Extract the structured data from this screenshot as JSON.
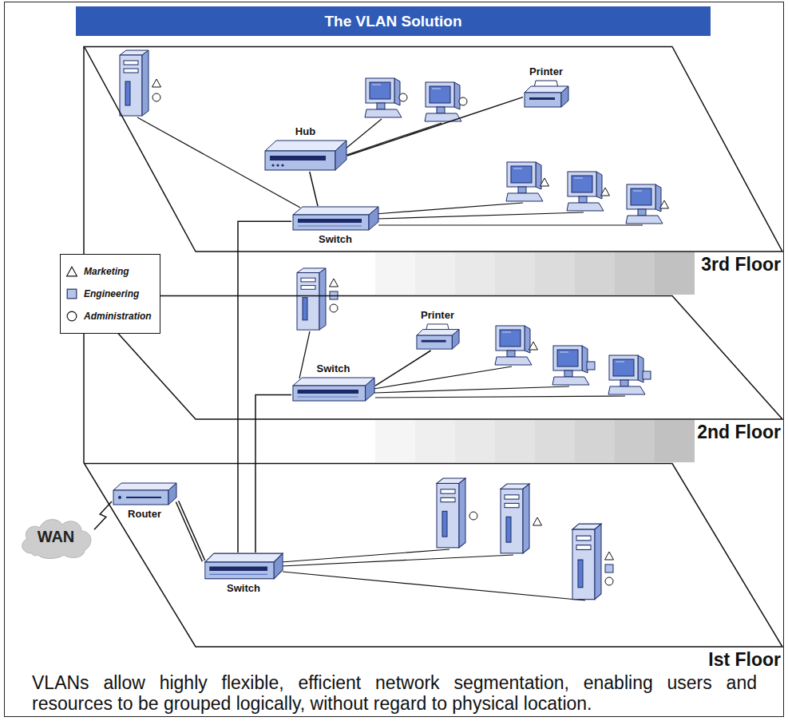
{
  "diagram": {
    "title": "The VLAN Solution",
    "caption": "VLANs allow highly flexible, efficient network segmentation, enabling users and resources to be grouped logically, without regard to physical location.",
    "nodes": [
      {
        "text": [
          "3rd Floor"
        ]
      },
      {
        "text": [
          "Printer"
        ],
        "in": 0
      },
      {
        "text": [
          "Hub"
        ],
        "in": 0
      },
      {
        "text": [
          "Switch"
        ],
        "in": 0
      },
      {
        "text": [
          "2nd Floor"
        ]
      },
      {
        "text": [
          "Printer"
        ],
        "in": 4
      },
      {
        "text": [
          "Switch"
        ],
        "in": 4
      },
      {
        "text": [
          "Ist Floor"
        ]
      },
      {
        "text": [
          "Router"
        ],
        "in": 7
      },
      {
        "text": [
          "WAN"
        ]
      },
      {
        "text": [
          "Switch"
        ],
        "in": 7
      }
    ],
    "edges": [
      {
        "from": 2,
        "to": 1,
        "arrow": "none"
      },
      {
        "from": 2,
        "to": 3,
        "arrow": "none"
      },
      {
        "from": 3,
        "to": 10,
        "arrow": "none"
      },
      {
        "from": 6,
        "to": 5,
        "arrow": "none"
      },
      {
        "from": 6,
        "to": 10,
        "arrow": "none"
      },
      {
        "from": 8,
        "to": 10,
        "arrow": "none"
      },
      {
        "from": 8,
        "to": 9,
        "arrow": "none"
      }
    ],
    "legend": [
      {
        "text": "Marketing"
      },
      {
        "text": "Engineering"
      },
      {
        "text": "Administration"
      }
    ]
  }
}
